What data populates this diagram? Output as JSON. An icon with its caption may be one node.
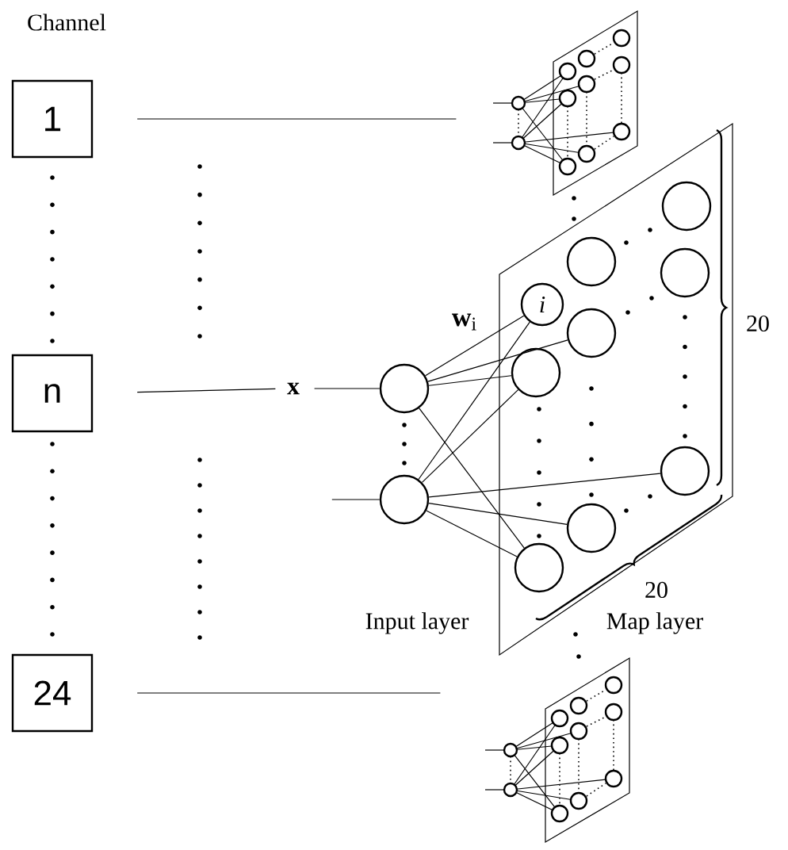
{
  "diagram": {
    "nodes": [
      {
        "text": [
          "1"
        ]
      },
      {
        "text": [
          "n"
        ]
      },
      {
        "text": [
          "24"
        ]
      },
      {
        "text": [
          "x"
        ]
      },
      {
        "text": [],
        "shape": "picture"
      },
      {
        "text": [],
        "shape": "circle"
      },
      {
        "text": [],
        "shape": "circle"
      },
      {
        "text": [],
        "shape": "circle"
      },
      {
        "text": [],
        "shape": "circle"
      },
      {
        "text": [],
        "shape": "circle"
      },
      {
        "text": [
          "i"
        ]
      },
      {
        "text": [],
        "shape": "circle"
      },
      {
        "text": [],
        "shape": "circle"
      },
      {
        "text": [],
        "shape": "circle"
      },
      {
        "text": [],
        "shape": "circle"
      },
      {
        "text": [],
        "shape": "circle"
      },
      {
        "text": [],
        "shape": "picture"
      }
    ],
    "edges": [
      {
        "from": 0,
        "to": 4,
        "arrow": "none"
      },
      {
        "from": 1,
        "to": 3,
        "arrow": "none"
      },
      {
        "from": 3,
        "to": 5,
        "arrow": "none"
      },
      {
        "from": null,
        "to": 6,
        "arrow": "none"
      },
      {
        "from": 2,
        "to": 16,
        "arrow": "none"
      },
      {
        "from": 5,
        "to": 10,
        "arrow": "none"
      },
      {
        "from": 5,
        "to": 11,
        "arrow": "none"
      },
      {
        "from": 5,
        "to": 12,
        "arrow": "none"
      },
      {
        "from": 5,
        "to": 15,
        "arrow": "none"
      },
      {
        "from": 6,
        "to": 10,
        "arrow": "none"
      },
      {
        "from": 6,
        "to": 12,
        "arrow": "none"
      },
      {
        "from": 6,
        "to": 13,
        "arrow": "none"
      },
      {
        "from": 6,
        "to": 14,
        "arrow": "none"
      },
      {
        "from": 6,
        "to": 15,
        "arrow": "none"
      }
    ],
    "labels": [
      "Channel",
      "**w**$_{i}$",
      "20",
      "20",
      "Input layer",
      "Map layer"
    ]
  }
}
